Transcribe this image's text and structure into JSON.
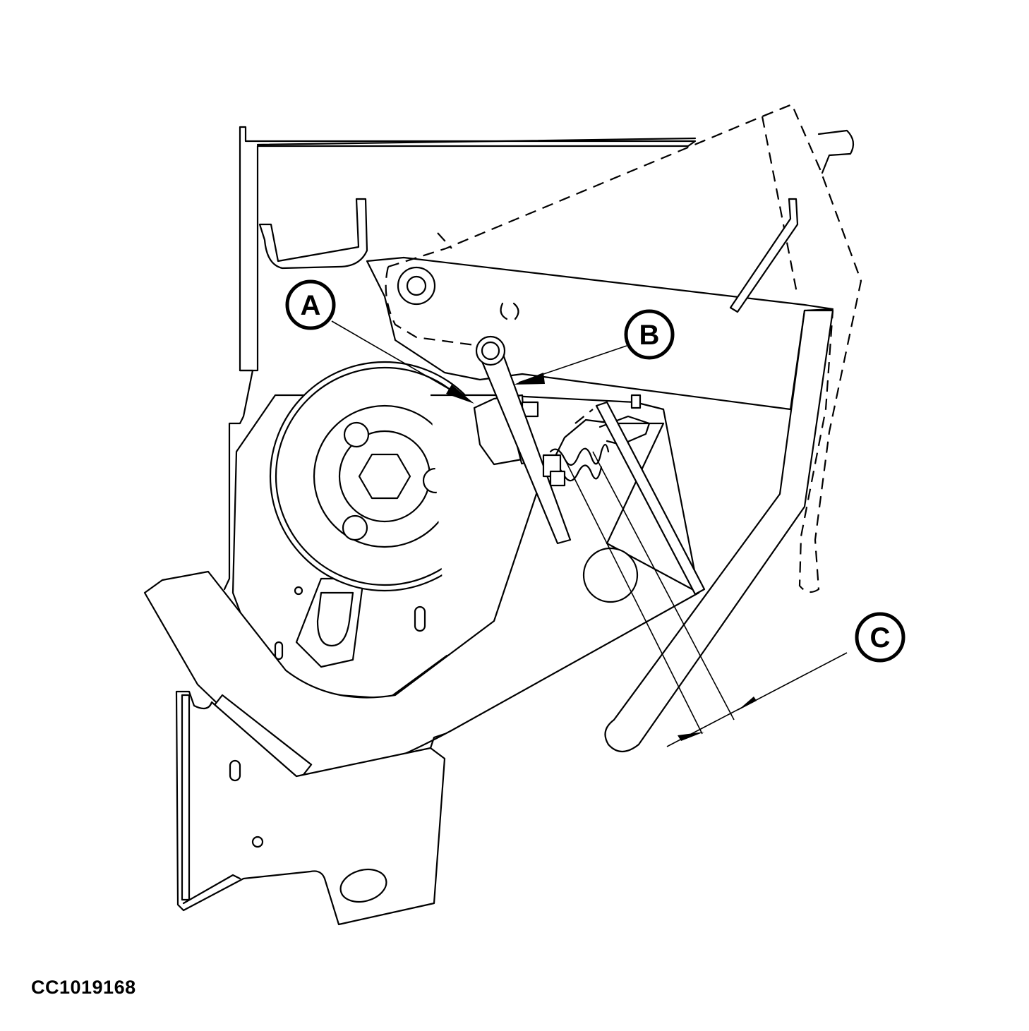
{
  "figure_id": "CC1019168",
  "callouts": {
    "a": "A",
    "b": "B",
    "c": "C"
  }
}
